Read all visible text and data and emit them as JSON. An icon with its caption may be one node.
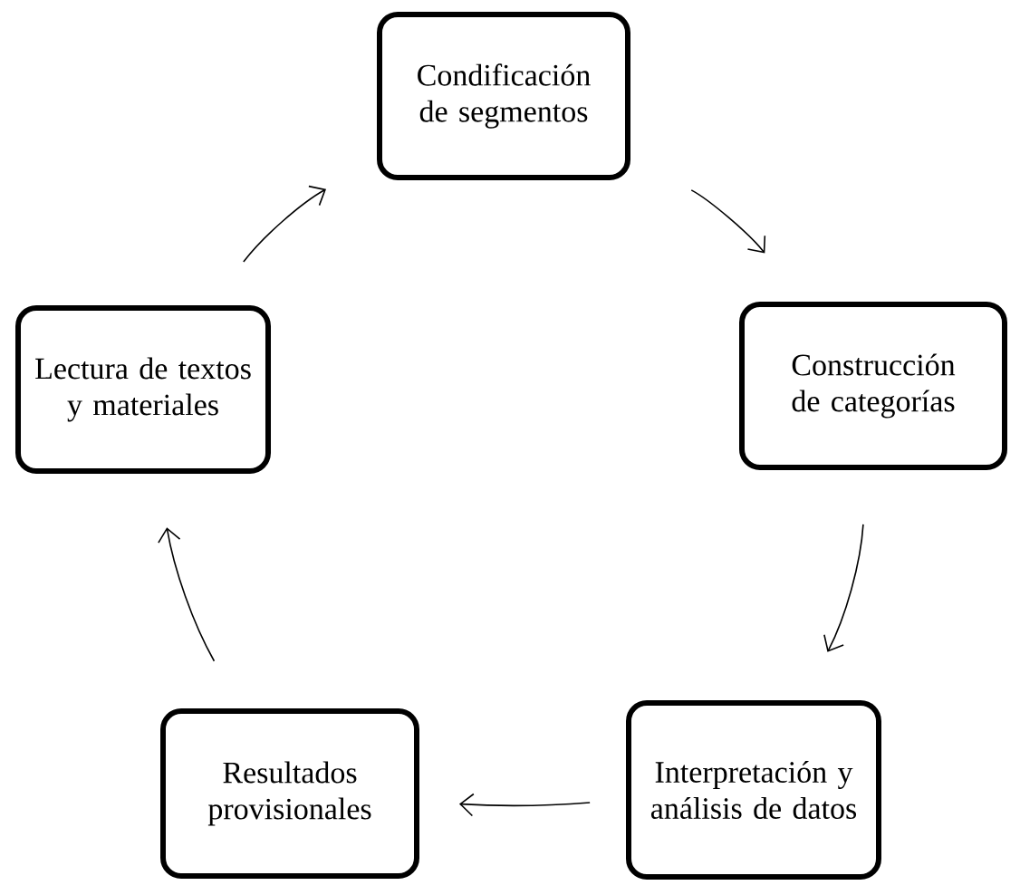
{
  "diagram": {
    "nodes": [
      {
        "text": [
          "Condificación de segmentos"
        ]
      },
      {
        "text": [
          "Construcción de categorías"
        ]
      },
      {
        "text": [
          "Interpretación y análisis de datos"
        ]
      },
      {
        "text": [
          "Resultados provisionales"
        ]
      },
      {
        "text": [
          "Lectura de textos y materiales"
        ]
      }
    ],
    "edges": [
      {
        "from": 0,
        "to": 1,
        "arrow": "to"
      },
      {
        "from": 1,
        "to": 2,
        "arrow": "to"
      },
      {
        "from": 2,
        "to": 3,
        "arrow": "to"
      },
      {
        "from": 3,
        "to": 4,
        "arrow": "to"
      },
      {
        "from": 4,
        "to": 0,
        "arrow": "to"
      }
    ]
  }
}
